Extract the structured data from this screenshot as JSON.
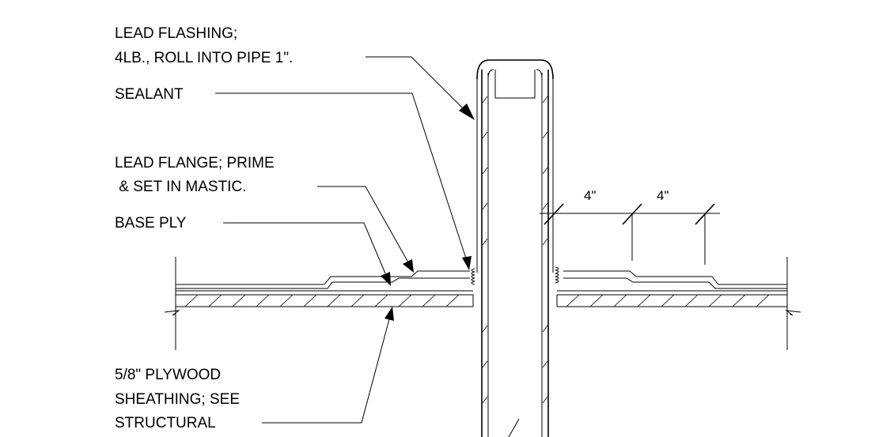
{
  "labels": {
    "lead_flashing_1": "LEAD FLASHING;",
    "lead_flashing_2": "4LB., ROLL INTO PIPE 1\".",
    "sealant": "SEALANT",
    "lead_flange_1": "LEAD FLANGE; PRIME",
    "lead_flange_2": " & SET IN MASTIC.",
    "base_ply": "BASE PLY",
    "plywood_1": "5/8\" PLYWOOD",
    "plywood_2": "SHEATHING; SEE",
    "plywood_3": "STRUCTURAL"
  },
  "dimensions": {
    "dim_1": "4\"",
    "dim_2": "4\""
  },
  "colors": {
    "line": "#000000",
    "background": "#ffffff"
  }
}
